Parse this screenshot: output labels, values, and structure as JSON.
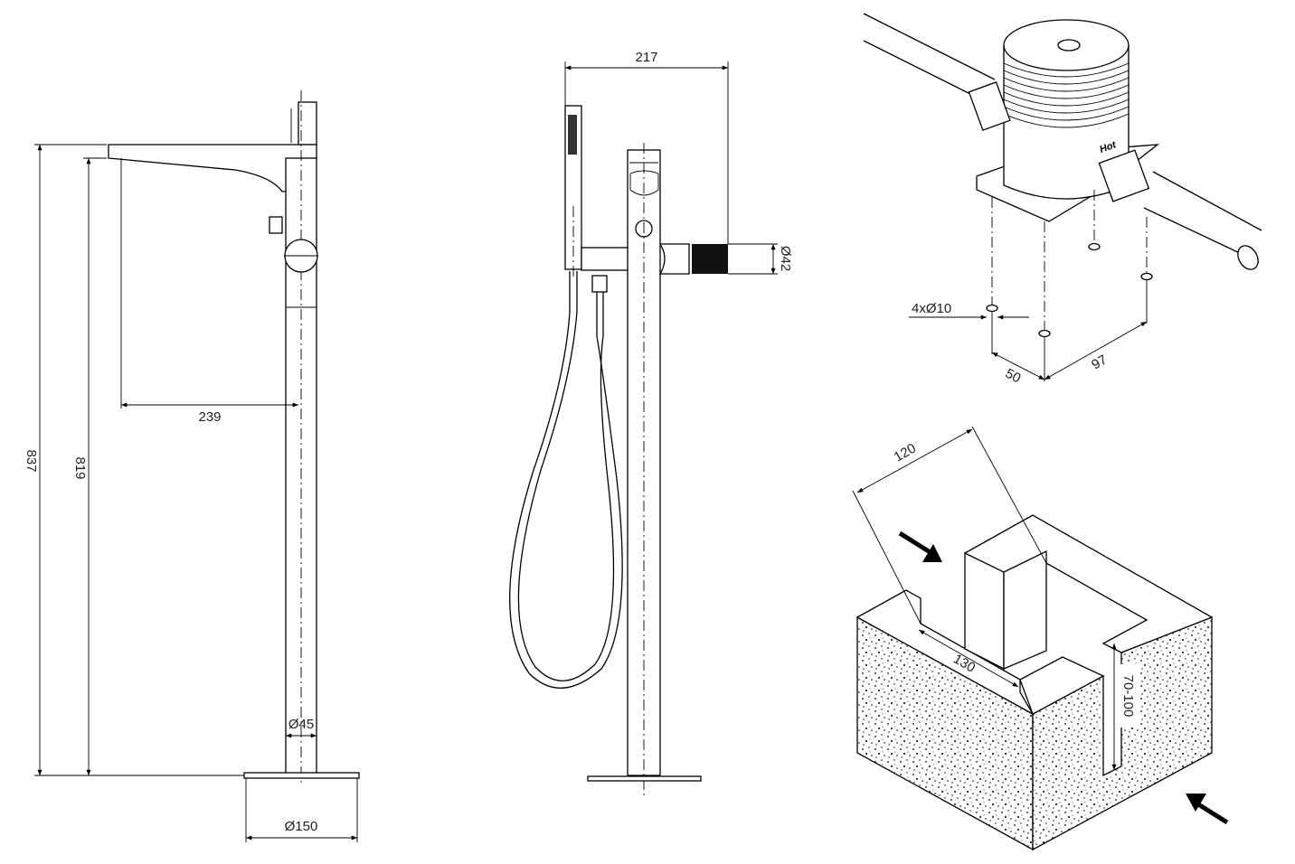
{
  "side_view": {
    "total_height": "837",
    "spout_height": "819",
    "spout_reach": "239",
    "column_diameter": "Ø45",
    "base_diameter": "Ø150"
  },
  "front_view": {
    "width": "217",
    "connector_diameter": "Ø42"
  },
  "valve_view": {
    "holes": "4xØ10",
    "spacing_short": "50",
    "spacing_long": "97",
    "hot_label": "Hot"
  },
  "niche_view": {
    "width": "120",
    "length": "130",
    "depth": "70-100"
  },
  "colors": {
    "line": "#000000",
    "background": "#ffffff"
  }
}
